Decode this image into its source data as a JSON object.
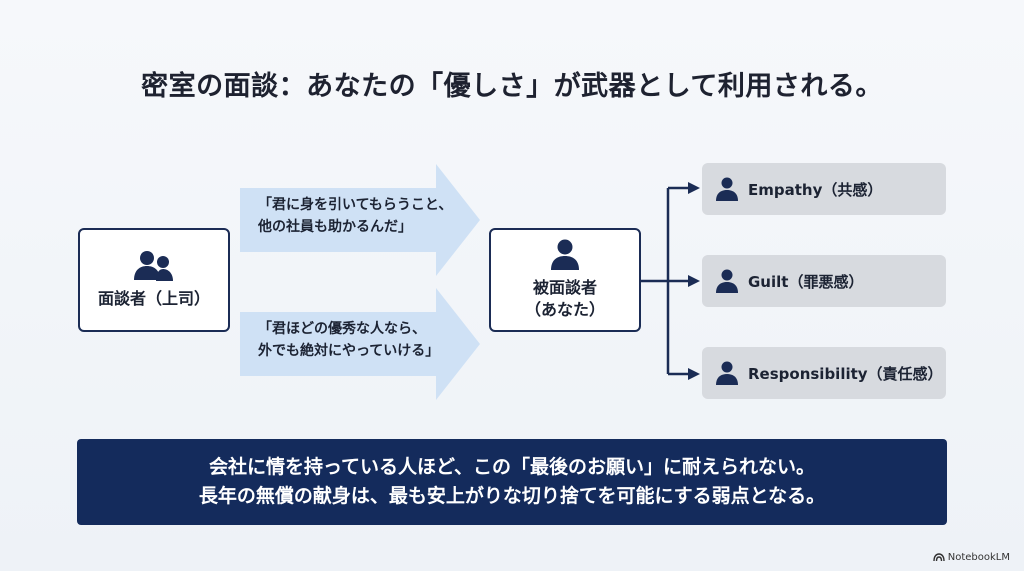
{
  "title": "密室の面談：あなたの「優しさ」が武器として利用される。",
  "interviewer": {
    "label": "面談者（上司）",
    "icon": "group-icon"
  },
  "interviewee": {
    "label_line1": "被面談者",
    "label_line2": "（あなた）",
    "icon": "person-icon"
  },
  "quotes": [
    {
      "line1": "「君に身を引いてもらうこと、",
      "line2": "他の社員も助かるんだ」"
    },
    {
      "line1": "「君ほどの優秀な人なら、",
      "line2": "外でも絶対にやっていける」"
    }
  ],
  "traits": [
    {
      "label": "Empathy（共感）",
      "icon": "person-icon"
    },
    {
      "label": "Guilt（罪悪感）",
      "icon": "person-icon"
    },
    {
      "label": "Responsibility（責任感）",
      "icon": "person-icon"
    }
  ],
  "banner": {
    "line1": "会社に情を持っている人ほど、この「最後のお願い」に耐えられない。",
    "line2": "長年の無償の献身は、最も安上がりな切り捨てを可能にする弱点となる。"
  },
  "brand": {
    "name": "NotebookLM",
    "icon": "notebooklm-logo-icon"
  },
  "colors": {
    "navy": "#1b2c55",
    "banner": "#142b5c",
    "arrow": "#cfe1f5",
    "trait_bg": "#d7dadf"
  }
}
